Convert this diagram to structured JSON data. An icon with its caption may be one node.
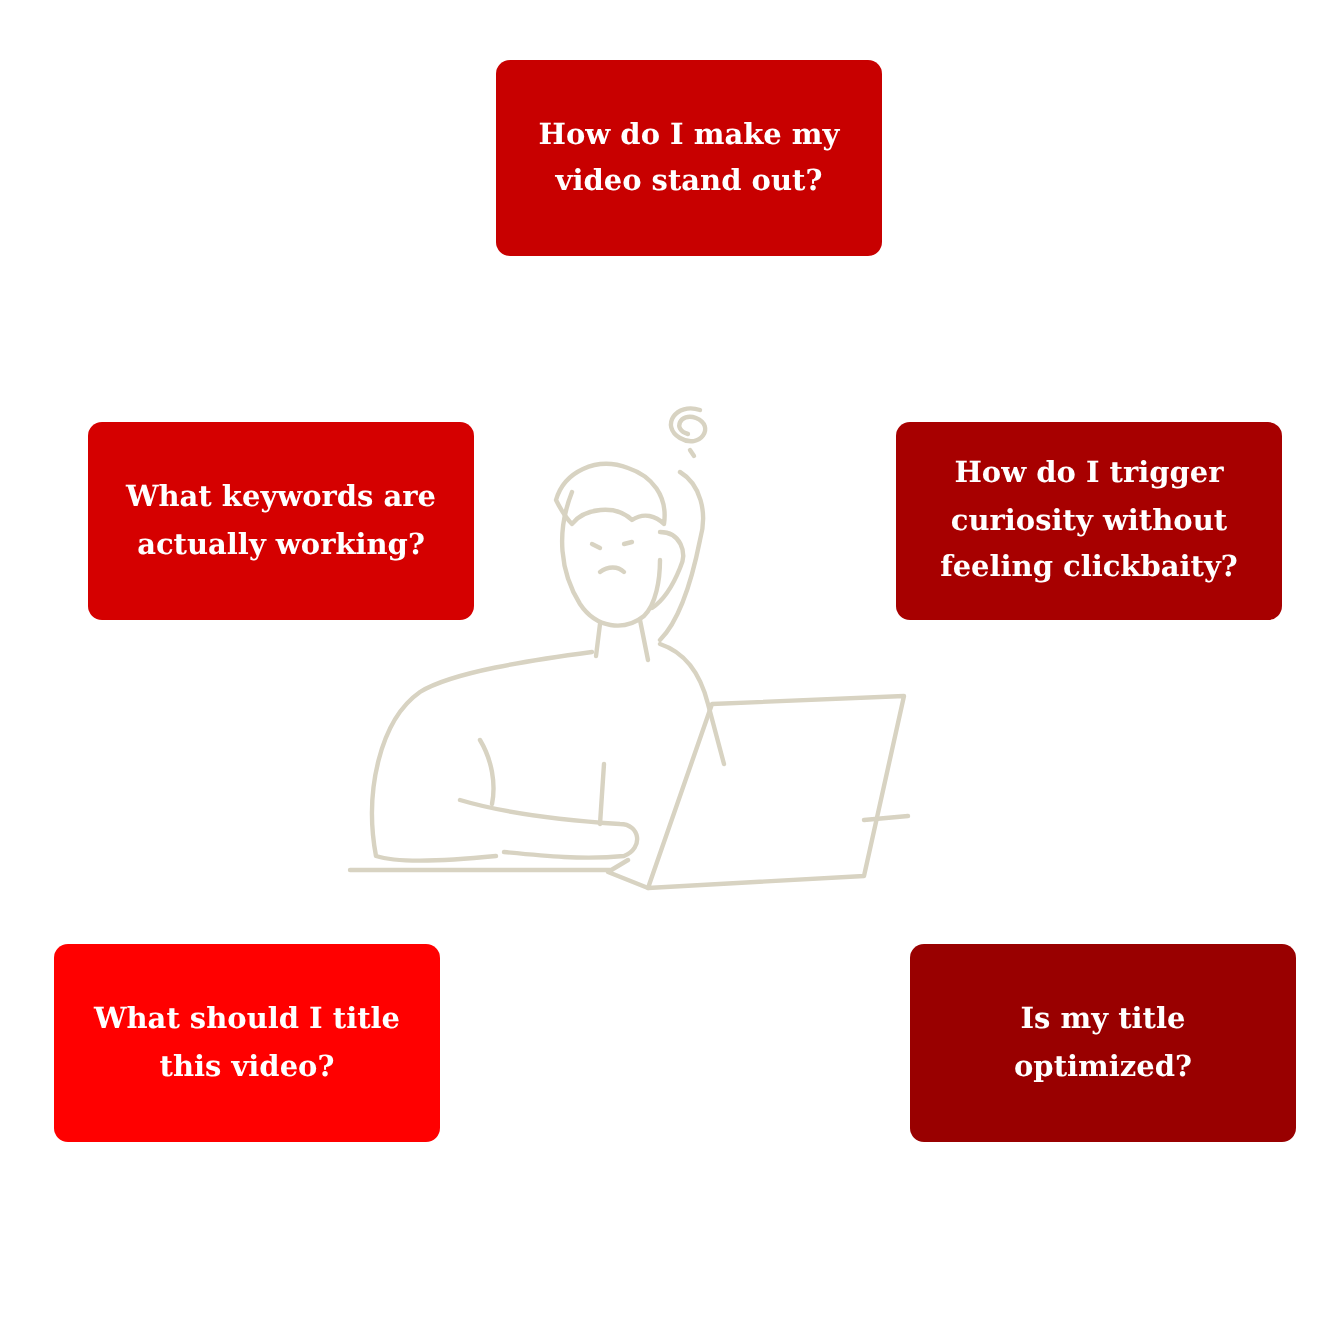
{
  "diagram": {
    "nodes": [
      {
        "text": [
          "How do I make my video stand out?"
        ]
      },
      {
        "text": [
          "What keywords are actually working?"
        ]
      },
      {
        "text": [
          "How do I trigger curiosity without feeling clickbaity?"
        ]
      },
      {
        "text": [
          "What should I title this video?"
        ]
      },
      {
        "text": [
          "Is my title optimized?"
        ]
      }
    ]
  }
}
